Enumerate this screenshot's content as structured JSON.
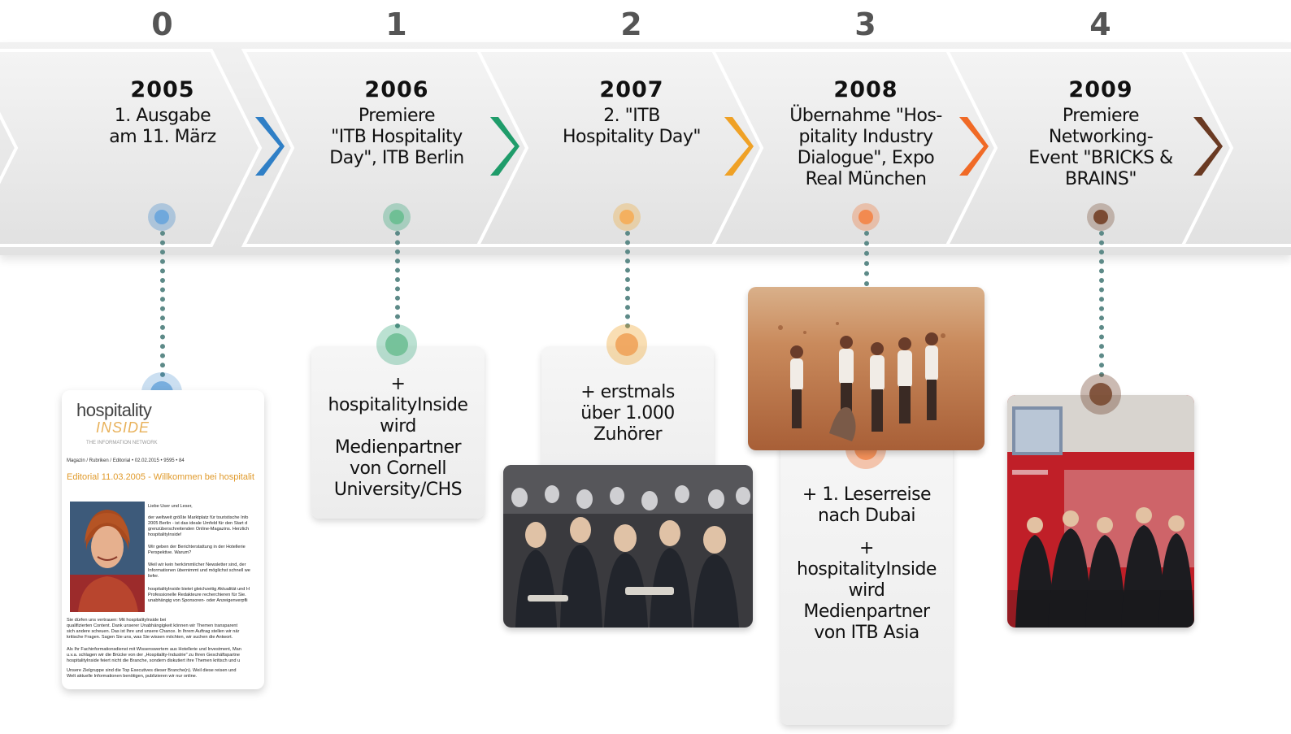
{
  "indices": [
    "0",
    "1",
    "2",
    "3",
    "4"
  ],
  "segments": [
    {
      "year": "2005",
      "title": [
        "1. Ausgabe",
        "am 11. März"
      ],
      "color": "#2f7fc6"
    },
    {
      "year": "2006",
      "title": [
        "Premiere",
        "\"ITB Hospitality",
        "Day\", ITB Berlin"
      ],
      "color": "#1f9c6a"
    },
    {
      "year": "2007",
      "title": [
        "2. \"ITB",
        "Hospitality Day\""
      ],
      "color": "#efa126"
    },
    {
      "year": "2008",
      "title": [
        "Übernahme \"Hos-",
        "pitality Industry",
        "Dialogue\", Expo",
        "Real München"
      ],
      "color": "#f06a26"
    },
    {
      "year": "2009",
      "title": [
        "Premiere",
        "Networking-",
        "Event \"BRICKS &",
        "BRAINS\""
      ],
      "color": "#6a3a22"
    }
  ],
  "cards": {
    "c2006": [
      "+",
      "hospitalityInside",
      "wird",
      "Medienpartner",
      "von Cornell",
      "University/CHS"
    ],
    "c2007": [
      "+ erstmals",
      "über 1.000",
      "Zuhörer"
    ],
    "c2008": [
      "+ 1. Leserreise",
      "nach Dubai",
      "",
      "+",
      "hospitalityInside",
      "wird",
      "Medienpartner",
      "von ITB Asia"
    ]
  },
  "magazine": {
    "logo_line1": "hospitality",
    "logo_line2": "INSIDE",
    "tagline": "THE INFORMATION NETWORK",
    "breadcrumb": "Magazin / Rubriken / Editorial • 02.02.2015 • 9595 • 84",
    "headline": "Editorial 11.03.2005 - Willkommen bei hospitalit",
    "salutation": "Liebe User und Leser,",
    "p1": "der weltweit größte Marktplatz für touristische Info\n2005 Berlin - ist das ideale Umfeld für den Start d\ngrenzüberschreitenden Online-Magazins. Herzlich\nhospitalityInside!",
    "p2": "Wir geben der Berichterstattung in der Hotellerie \nPerspektive. Warum?",
    "p3": "Weil wir kein herkömmlicher Newsletter sind, der \nInformationen übernimmt und möglichst schnell we\nliefer.",
    "p4": "hospitalityInside bietet gleichzeitig Aktualität und H\nProfessionelle Redakteure recherchieren für Sie. \nunabhängig von Sponsoren- oder Anzeigenverpfli",
    "p5": "Sie dürfen uns vertrauen: Mit hospitalityInside bei\nqualifizierten Content. Dank unserer Unabhängigkeit können wir Themen transparent\nsich andere scheuen. Das ist Ihre und unsere Chance. In Ihrem Auftrag stellen wir när\nkritische Fragen. Sagen Sie uns, was Sie wissen möchten, wir suchen die Antwort.",
    "p6": "Als Ihr Fachinformationsdienst mit Wissenswertem aus Hotellerie und Investment, Man\nu.v.a. schlagen wir die Brücke von der „Hospitality-Industrie\" zu Ihren Geschäftspartne\nhospitalityInside feiert nicht die Branche, sondern diskutiert ihre Themen kritisch und u",
    "p7": "Unsere Zielgruppe sind die Top Executives dieser Branche(n). Weil diese reisen und \nWelt aktuelle Informationen benötigen, publizieren wir nur online."
  }
}
